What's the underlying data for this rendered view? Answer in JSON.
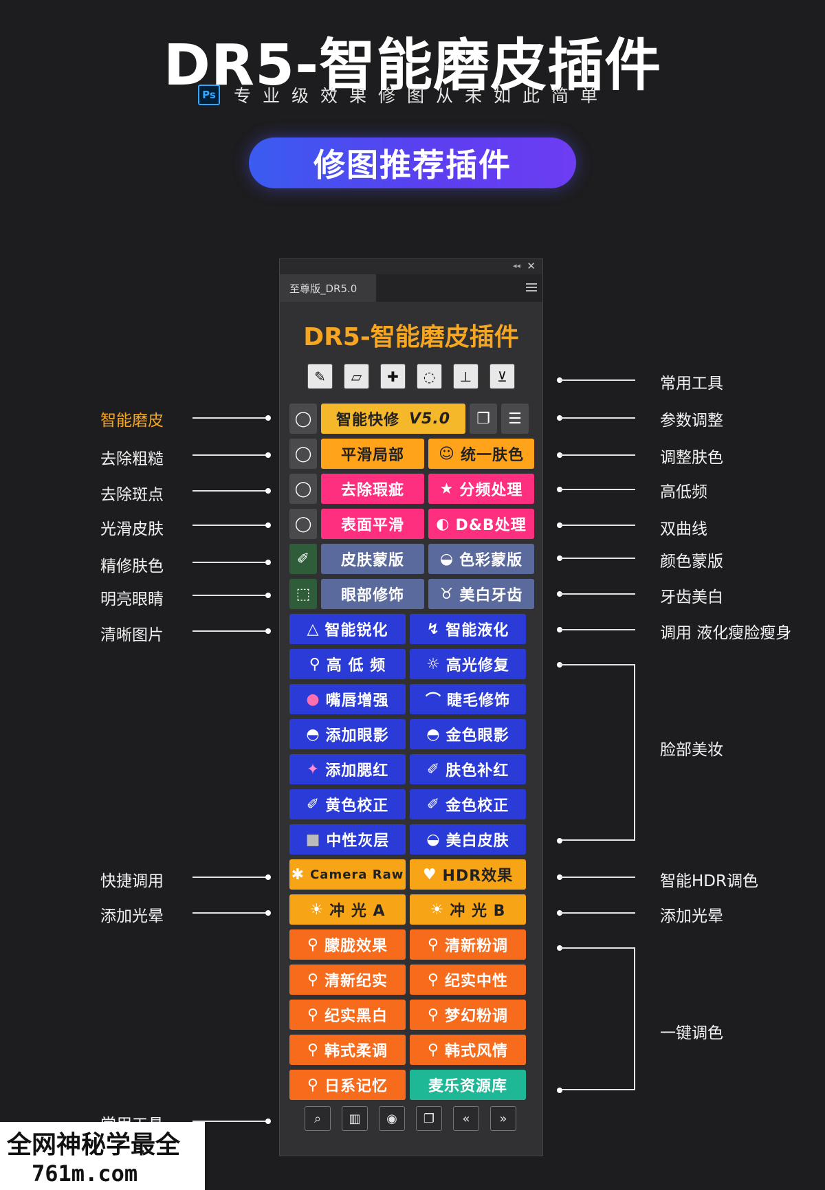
{
  "hero": {
    "title": "DR5-智能磨皮插件",
    "ps_badge": "Ps",
    "subtitle": "专业级效果修图从未如此简单",
    "pill": "修图推荐插件"
  },
  "panel": {
    "tab": "至尊版_DR5.0",
    "title": "DR5-智能磨皮插件",
    "toolbar_icons": [
      "brush-icon",
      "eraser-icon",
      "bandage-icon",
      "lasso-icon",
      "stamp-icon",
      "heal-stamp-icon"
    ],
    "rows": [
      {
        "left": "智能快修",
        "left_suffix": "V5.0",
        "right": ""
      },
      {
        "left": "平滑局部",
        "right": "统一肤色"
      },
      {
        "left": "去除瑕疵",
        "right": "分频处理"
      },
      {
        "left": "表面平滑",
        "right": "D&B处理"
      },
      {
        "left": "皮肤蒙版",
        "right": "色彩蒙版"
      },
      {
        "left": "眼部修饰",
        "right": "美白牙齿"
      },
      {
        "left": "智能锐化",
        "right": "智能液化"
      },
      {
        "left": "高 低 频",
        "right": "高光修复"
      },
      {
        "left": "嘴唇增强",
        "right": "睫毛修饰"
      },
      {
        "left": "添加眼影",
        "right": "金色眼影"
      },
      {
        "left": "添加腮红",
        "right": "肤色补红"
      },
      {
        "left": "黄色校正",
        "right": "金色校正"
      },
      {
        "left": "中性灰层",
        "right": "美白皮肤"
      },
      {
        "left": "Camera Raw",
        "right": "HDR效果"
      },
      {
        "left": "冲 光 A",
        "right": "冲 光 B"
      },
      {
        "left": "朦胧效果",
        "right": "清新粉调"
      },
      {
        "left": "清新纪实",
        "right": "纪实中性"
      },
      {
        "left": "纪实黑白",
        "right": "梦幻粉调"
      },
      {
        "left": "韩式柔调",
        "right": "韩式风情"
      },
      {
        "left": "日系记忆",
        "right": "麦乐资源库"
      }
    ],
    "bottom_icons": [
      "zoom-icon",
      "window-icon",
      "eye-icon",
      "copy-icon",
      "prev-icon",
      "next-icon"
    ]
  },
  "callouts": {
    "left": [
      "智能磨皮",
      "去除粗糙",
      "去除斑点",
      "光滑皮肤",
      "精修肤色",
      "明亮眼睛",
      "清晰图片",
      "快捷调用",
      "添加光晕",
      "常用工具"
    ],
    "right": [
      "常用工具",
      "参数调整",
      "调整肤色",
      "高低频",
      "双曲线",
      "颜色蒙版",
      "牙齿美白",
      "调用 液化瘦脸瘦身",
      "脸部美妆",
      "智能HDR调色",
      "添加光晕",
      "一键调色"
    ]
  },
  "watermark": {
    "line1": "全网神秘学最全",
    "line2": "761m.com"
  },
  "colors": {
    "accent": "#f5a623",
    "pill": "#4a4ff0",
    "pink": "#ff2f80",
    "blue": "#2a3bd8",
    "orange": "#f76b1c",
    "teal": "#1fb896"
  }
}
